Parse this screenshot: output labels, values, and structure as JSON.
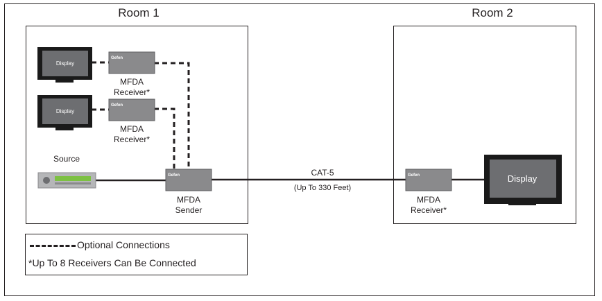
{
  "rooms": {
    "room1_title": "Room 1",
    "room2_title": "Room 2"
  },
  "devices": {
    "display1_label": "Display",
    "display2_label": "Display",
    "display3_label": "Display",
    "brand_logo": "Gefen",
    "receiver1_label": [
      "MFDA",
      "Receiver*"
    ],
    "receiver2_label": [
      "MFDA",
      "Receiver*"
    ],
    "receiver3_label": [
      "MFDA",
      "Receiver*"
    ],
    "sender_label": [
      "MFDA",
      "Sender"
    ],
    "source_label": "Source"
  },
  "cable": {
    "type": "CAT-5",
    "distance": "(Up To 330 Feet)"
  },
  "legend": {
    "optional": "Optional Connections",
    "note": "*Up To 8 Receivers Can Be Connected"
  },
  "colors": {
    "device_gray": "#8a8a8c",
    "display_screen": "#6d6e71",
    "line": "#231f20",
    "source_bar": "#7dc143"
  }
}
